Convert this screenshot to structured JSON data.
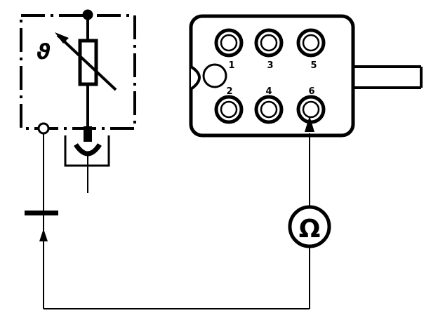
{
  "sensor": {
    "symbol": "ϑ"
  },
  "connector": {
    "pins": [
      {
        "label": "1"
      },
      {
        "label": "3"
      },
      {
        "label": "5"
      },
      {
        "label": "2"
      },
      {
        "label": "4"
      },
      {
        "label": "6"
      }
    ]
  },
  "meter": {
    "symbol": "Ω"
  },
  "colors": {
    "ink": "#000000",
    "paper": "#ffffff"
  }
}
